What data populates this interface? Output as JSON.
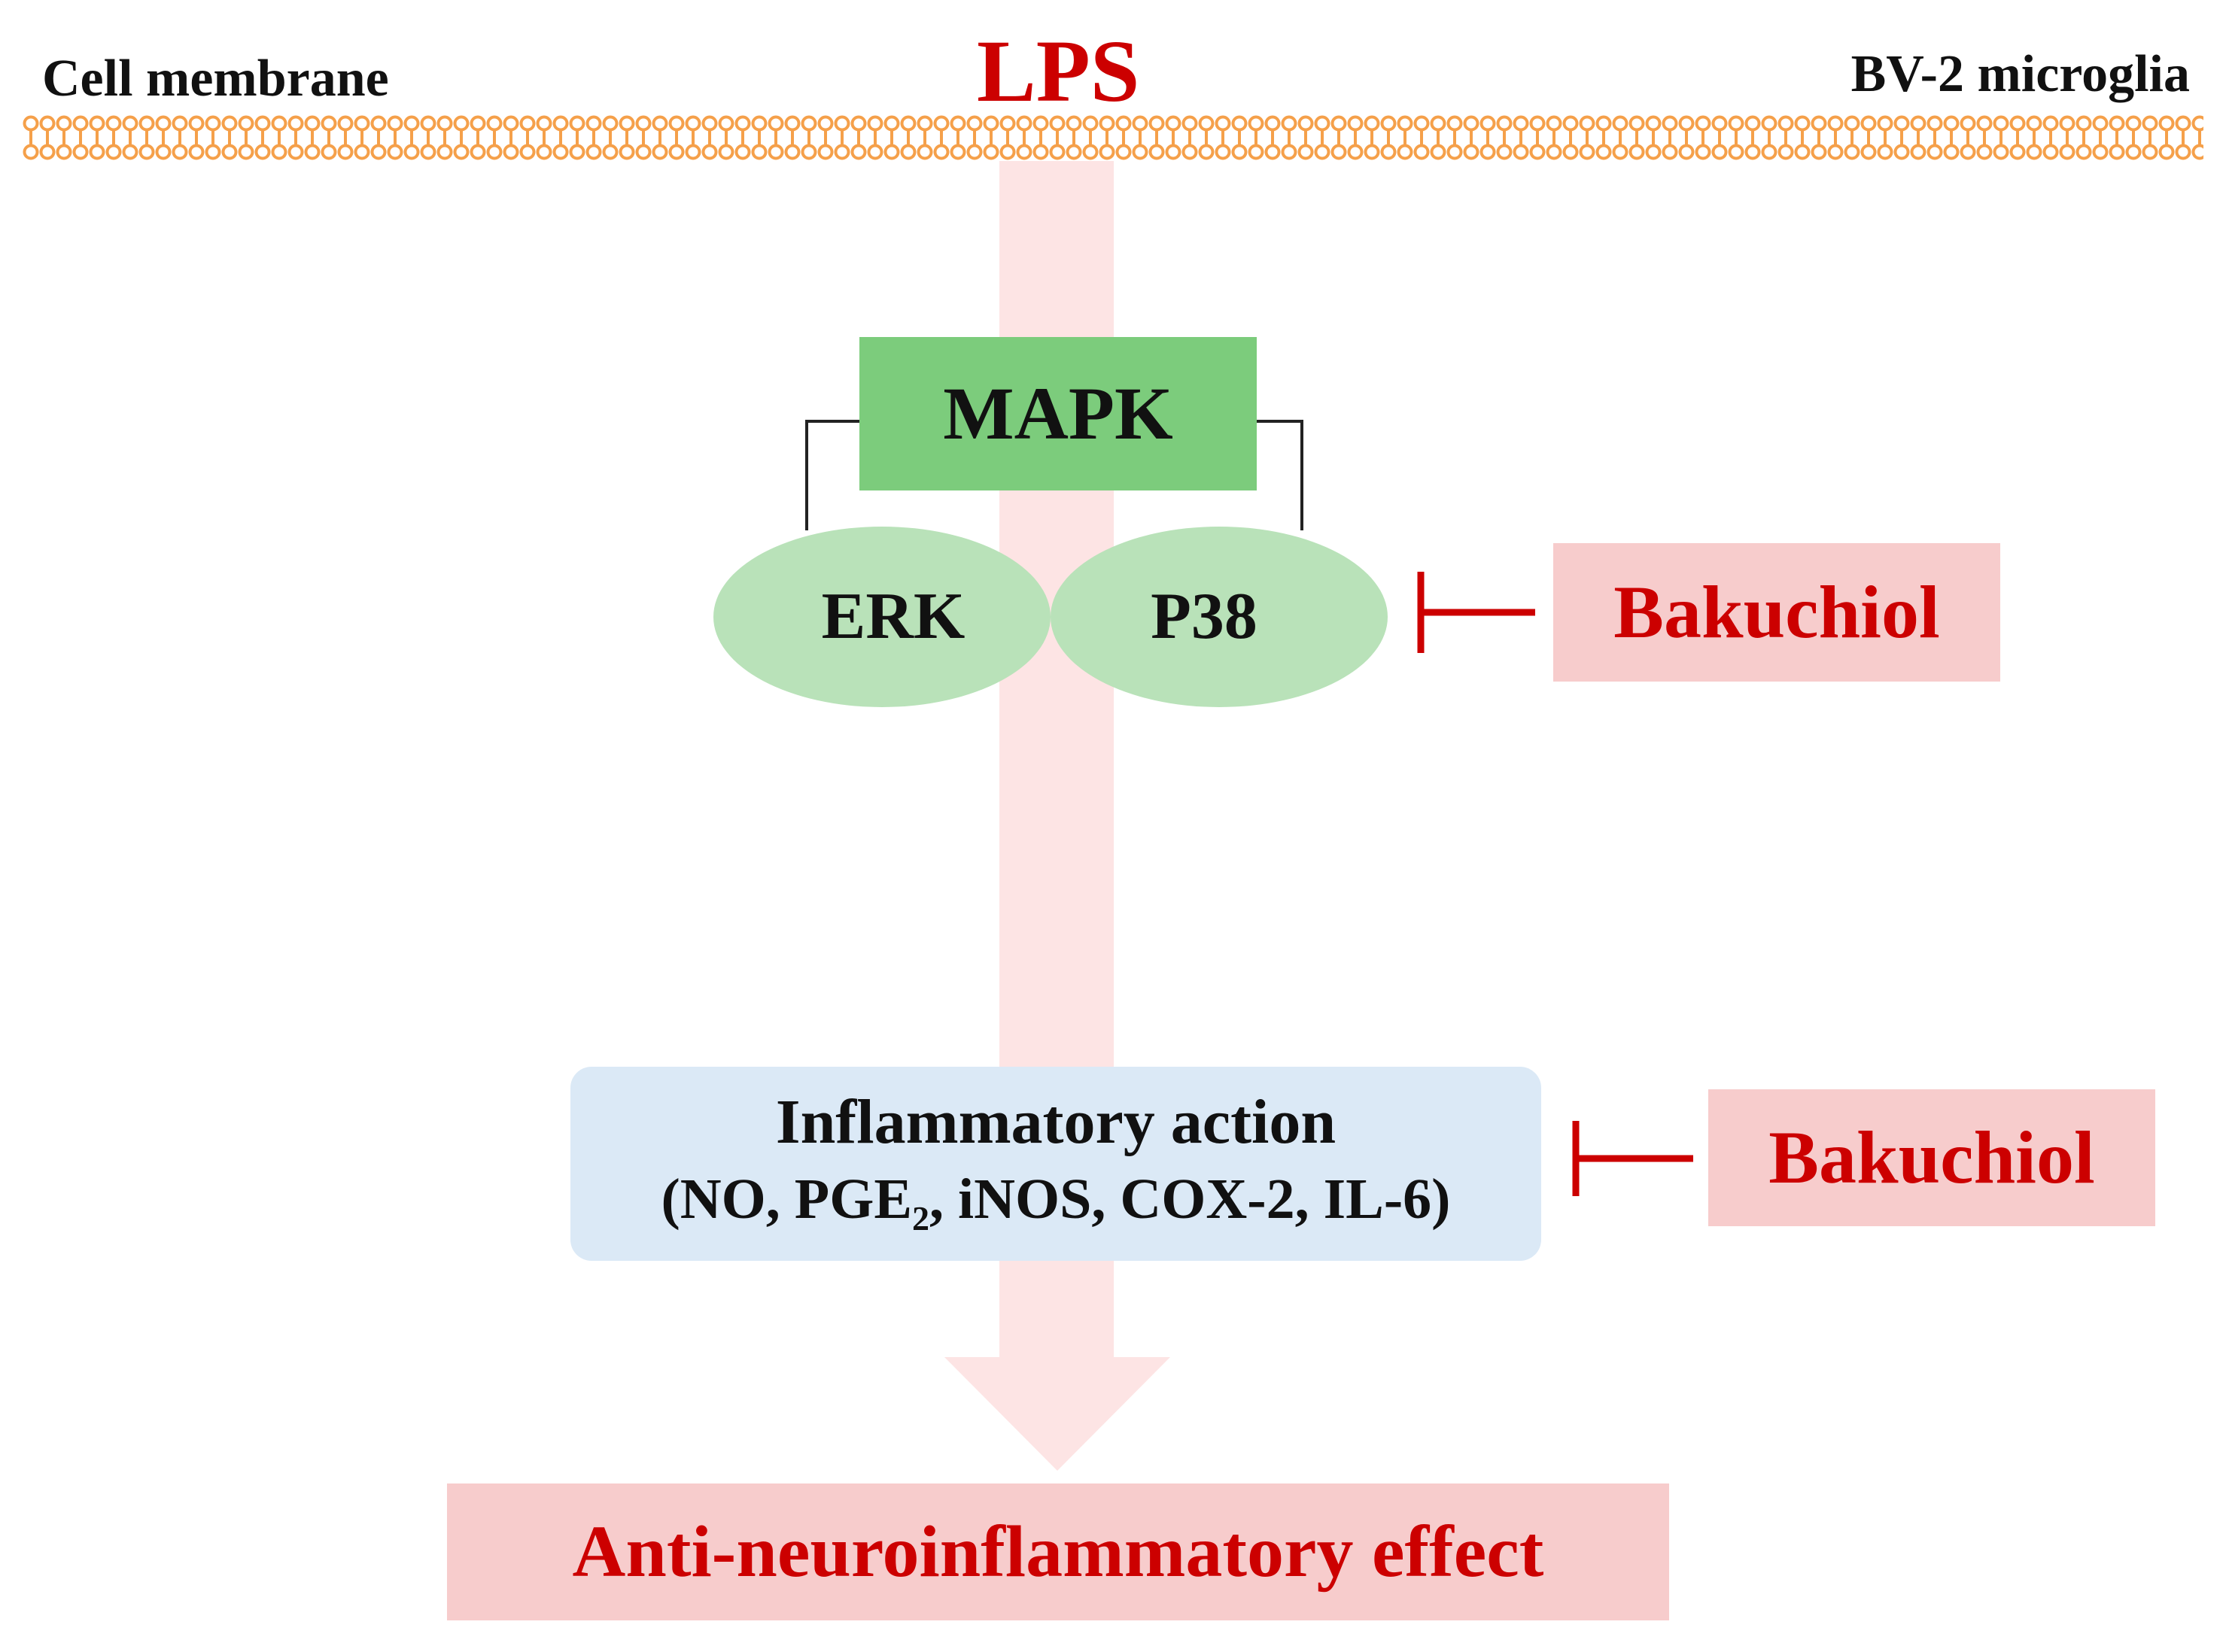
{
  "labels": {
    "cell_membrane": "Cell membrane",
    "cell_type": "BV-2 microglia",
    "lps": "LPS"
  },
  "mapk": {
    "title": "MAPK",
    "erk": "ERK",
    "p38": "P38"
  },
  "inhibitor": {
    "name": "Bakuchiol"
  },
  "inflammation": {
    "title": "Inflammatory action",
    "markers_prefix": "(NO, PGE",
    "markers_subscript": "2",
    "markers_suffix": ", iNOS, COX-2, IL-6)"
  },
  "outcome": {
    "label": "Anti-neuroinflammatory effect"
  },
  "colors": {
    "accent_red": "#cc0000",
    "membrane_orange": "#f5a04a",
    "arrow_pink": "#fde4e4",
    "mapk_green": "#7ccc7c",
    "ellipse_green": "#b9e2b9",
    "inflam_blue": "#dbe9f6",
    "bakuchiol_pink": "#f7cccc",
    "outcome_pink": "#f7cccc"
  }
}
